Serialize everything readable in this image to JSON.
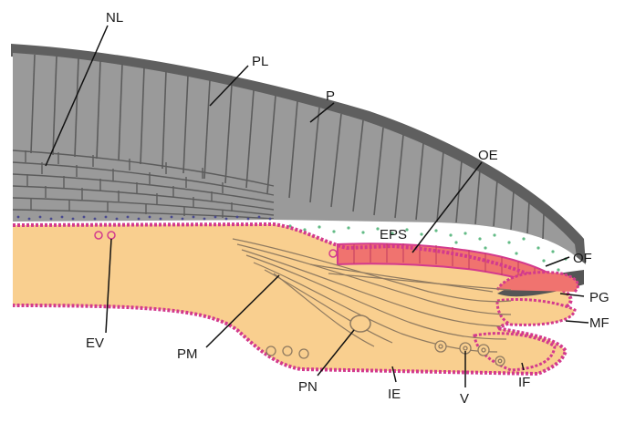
{
  "labels": {
    "nl": "NL",
    "pl": "PL",
    "p": "P",
    "oe": "OE",
    "eps": "EPS",
    "of": "OF",
    "pg": "PG",
    "mf": "MF",
    "if": "IF",
    "v": "V",
    "ie": "IE",
    "pn": "PN",
    "pm": "PM",
    "ev": "EV"
  },
  "colors": {
    "shell_gray": "#999999",
    "shell_dark": "#5f5f5f",
    "mantle_tissue": "#f9cf8f",
    "epithelium_magenta": "#d33a8d",
    "outer_epithelium_red": "#f0736f",
    "extrapallial_green": "#63bb86",
    "extrapallial_blue": "#48498f",
    "muscle_lines": "#8f7a60",
    "periostracum_gland": "#555555"
  }
}
